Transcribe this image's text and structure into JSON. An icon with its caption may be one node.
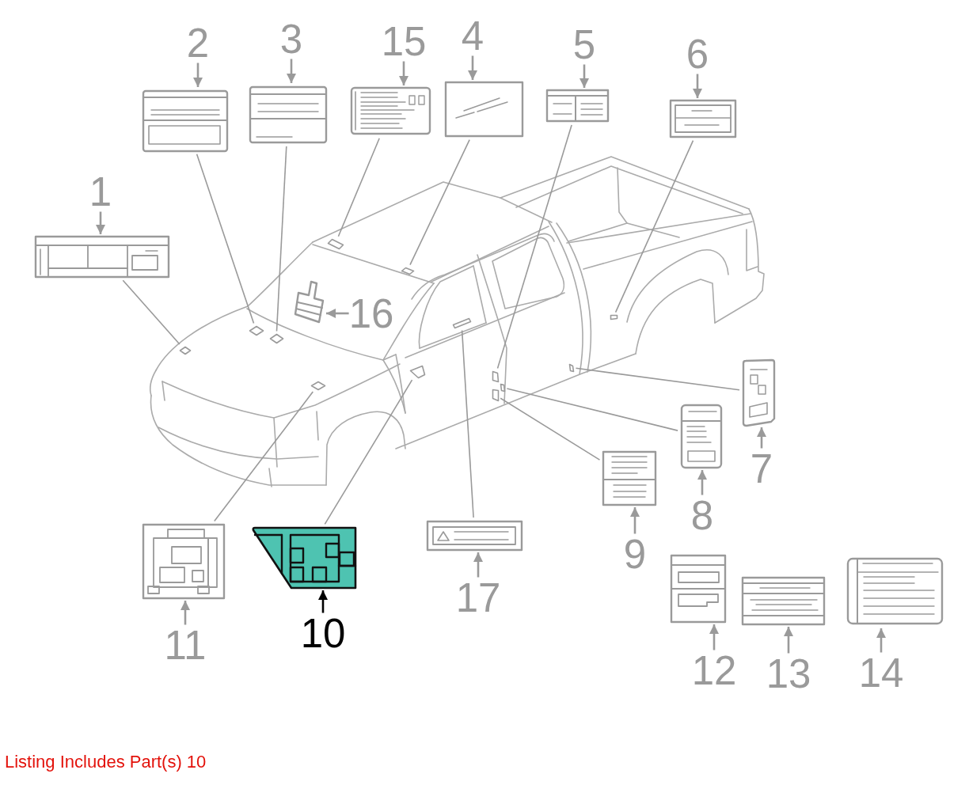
{
  "diagram": {
    "nodes": [
      {
        "text": [
          "2"
        ]
      },
      {
        "text": [],
        "shape": "picture"
      },
      {
        "text": [],
        "shape": "diamond"
      },
      {
        "text": [
          "3"
        ]
      },
      {
        "text": [],
        "shape": "picture"
      },
      {
        "text": [],
        "shape": "diamond"
      },
      {
        "text": [
          "15"
        ]
      },
      {
        "text": [],
        "shape": "picture"
      },
      {
        "text": [],
        "shape": "box"
      },
      {
        "text": [
          "4"
        ]
      },
      {
        "text": [],
        "shape": "picture"
      },
      {
        "text": [],
        "shape": "box"
      },
      {
        "text": [
          "5"
        ]
      },
      {
        "text": [],
        "shape": "picture"
      },
      {
        "text": [],
        "shape": "box"
      },
      {
        "text": [
          "6"
        ]
      },
      {
        "text": [],
        "shape": "picture"
      },
      {
        "text": [],
        "shape": "box"
      },
      {
        "text": [
          "1"
        ]
      },
      {
        "text": [],
        "shape": "picture"
      },
      {
        "text": [],
        "shape": "diamond"
      },
      {
        "text": [
          "16"
        ]
      },
      {
        "text": [],
        "shape": "picture"
      },
      {
        "text": [
          "7"
        ]
      },
      {
        "text": [],
        "shape": "picture"
      },
      {
        "text": [],
        "shape": "box"
      },
      {
        "text": [
          "8"
        ]
      },
      {
        "text": [],
        "shape": "picture"
      },
      {
        "text": [],
        "shape": "box"
      },
      {
        "text": [
          "9"
        ]
      },
      {
        "text": [],
        "shape": "picture"
      },
      {
        "text": [],
        "shape": "box"
      },
      {
        "text": [
          "11"
        ]
      },
      {
        "text": [],
        "shape": "picture"
      },
      {
        "text": [],
        "shape": "diamond"
      },
      {
        "text": [
          "10"
        ]
      },
      {
        "text": [],
        "shape": "picture"
      },
      {
        "text": [],
        "shape": "box"
      },
      {
        "text": [
          "17"
        ]
      },
      {
        "text": [],
        "shape": "picture"
      },
      {
        "text": [],
        "shape": "box"
      },
      {
        "text": [
          "12"
        ]
      },
      {
        "text": [],
        "shape": "picture"
      },
      {
        "text": [
          "13"
        ]
      },
      {
        "text": [],
        "shape": "picture"
      },
      {
        "text": [
          "14"
        ]
      },
      {
        "text": [],
        "shape": "picture"
      }
    ],
    "edges": [
      {
        "from": 0,
        "to": 1,
        "arrow": "to"
      },
      {
        "from": 1,
        "to": 2,
        "arrow": "none"
      },
      {
        "from": 3,
        "to": 4,
        "arrow": "to"
      },
      {
        "from": 4,
        "to": 5,
        "arrow": "none"
      },
      {
        "from": 6,
        "to": 7,
        "arrow": "to"
      },
      {
        "from": 7,
        "to": 8,
        "arrow": "none"
      },
      {
        "from": 9,
        "to": 10,
        "arrow": "to"
      },
      {
        "from": 10,
        "to": 11,
        "arrow": "none"
      },
      {
        "from": 12,
        "to": 13,
        "arrow": "to"
      },
      {
        "from": 13,
        "to": 14,
        "arrow": "none"
      },
      {
        "from": 15,
        "to": 16,
        "arrow": "to"
      },
      {
        "from": 16,
        "to": 17,
        "arrow": "none"
      },
      {
        "from": 18,
        "to": 19,
        "arrow": "to"
      },
      {
        "from": 19,
        "to": 20,
        "arrow": "none"
      },
      {
        "from": 21,
        "to": 22,
        "arrow": "to"
      },
      {
        "from": 23,
        "to": 24,
        "arrow": "to"
      },
      {
        "from": 24,
        "to": 25,
        "arrow": "none"
      },
      {
        "from": 26,
        "to": 27,
        "arrow": "to"
      },
      {
        "from": 27,
        "to": 28,
        "arrow": "none"
      },
      {
        "from": 29,
        "to": 30,
        "arrow": "to"
      },
      {
        "from": 30,
        "to": 31,
        "arrow": "none"
      },
      {
        "from": 32,
        "to": 33,
        "arrow": "to"
      },
      {
        "from": 33,
        "to": 34,
        "arrow": "none"
      },
      {
        "from": 35,
        "to": 36,
        "arrow": "to",
        "color": "#000000"
      },
      {
        "from": 36,
        "to": 37,
        "arrow": "none"
      },
      {
        "from": 38,
        "to": 39,
        "arrow": "to"
      },
      {
        "from": 39,
        "to": 40,
        "arrow": "none"
      },
      {
        "from": 41,
        "to": 42,
        "arrow": "to"
      },
      {
        "from": 43,
        "to": 44,
        "arrow": "to"
      },
      {
        "from": 45,
        "to": 46,
        "arrow": "to"
      }
    ],
    "labels": [
      "Listing Includes Part(s) 10"
    ]
  }
}
